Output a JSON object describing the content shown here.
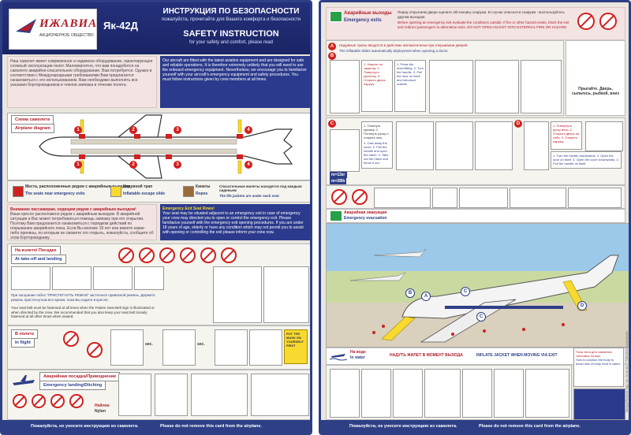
{
  "header": {
    "brand": "ИЖАВИА",
    "brand_sub": "АКЦИОНЕРНОЕ ОБЩЕСТВО",
    "model": "Як-42Д",
    "title_ru": "ИНСТРУКЦИЯ ПО БЕЗОПАСНОСТИ",
    "subtitle_ru": "пожалуйста, прочитайте для Вашего комфорта и безопасности",
    "title_en": "SAFETY INSTRUCTION",
    "subtitle_en": "for your safety and comfort, please read"
  },
  "intro": {
    "ru": "Наш самолет имеет современное и надежное оборудование, гарантирующее сложный эксплуатации полет. Маловероятно, что вам понадобится на самолете аварийно-спасательное оборудование. Вам потребуется. Однако в соответствии с Международными требованиями Вам предлагается ознакомиться с его использованием. Вам необходимо выполнять все указания бортпроводников и членов экипажа в течение полета.",
    "en": "Our aircraft are fitted with the latest aviation equipment and are designed for safe and reliable operations. It is therefore extremely unlikely that you will need to use the onboard emergency equipment. Nevertheless, we encourage you to familiarize yourself with your aircraft's emergency equipment and safety procedures. You must follow instructions given by crew members at all times."
  },
  "airplane_diagram": {
    "label_ru": "Схема самолета",
    "label_en": "Airplane diagram",
    "exit_markers": [
      "1",
      "2",
      "3",
      "4",
      "1",
      "2",
      "3",
      "4"
    ]
  },
  "legend": {
    "exits_ru": "Места, расположенные рядом с аварийным выходом",
    "exits_en": "The seats near emergency exits",
    "slide_ru": "Надувной трап",
    "slide_en": "Inflatable escape slide",
    "ropes_ru": "Канаты",
    "ropes_en": "Ropes",
    "vests_ru": "Спасательные жилеты находятся под каждым сиденьем",
    "vests_en": "The life jackets are under each seat"
  },
  "exit_rows": {
    "ru_title": "Внимание пассажирам, сидящим рядом с аварийным выходом!",
    "ru_text": "Ваше кресло расположено рядом с аварийным выходом. В аварийной ситуации и Вас может потребоваться помощь экипажу при его открытии. Поэтому Вам предлагается ознакомиться с порядком действий по открыванию аварийного люка. Если Вы моложе 18 лет или имеете какие-либо причины, по которым не сможете это открыть, пожалуйста, сообщите об этом бортпроводнику.",
    "en_title": "Emergency Exit Seat Rows!",
    "en_text": "Your seat may be situated adjacent to an emergency exit in case of emergency your crew may directed you to open or control the emergency exit. Please familiarize yourself with the emergency exit opening procedures. If you are under 18 years of age, elderly or have any condition which may not permit you to assist with opening or controlling the exit please inform your crew now."
  },
  "takeoff": {
    "label_ru": "На взлете/ Посадке",
    "label_en": "At take-off and landing",
    "belt_ru": "При загорании табло \"ПРИСТЕГНУТЬ РЕМНИ\" застегните привязной ремень. Держите ремень пристегнутым все время, пока Вы сидите в кресле.",
    "belt_en": "Your seat belt must be fastened at all times when the Fasten Seat Belt sign is illuminated or when directed by the crew. We recommended that you also keep your seat belt loosely fastened at all other times when seated."
  },
  "inflight": {
    "label_ru": "В полете",
    "label_en": "In flight",
    "sec_label": "sec.",
    "note": "PUT THE MASK ON YOURSELF FIRST"
  },
  "ditching": {
    "label_ru": "Аварийная посадка/Приводнение",
    "label_en": "Emergency landing/Ditching",
    "nylon_ru": "Нейлон",
    "nylon_en": "Nylon"
  },
  "right": {
    "exits_ru": "Аварийные выходы",
    "exits_en": "Emergency exits",
    "warn_ru": "Перед открытием двери оцените обстановку снаружи. В случае опасности снаружи - воспользуйтесь другим выходом.",
    "warn_en": "Before opening an emergency exit evaluate the conditions outside. If fire or other hazard exists, block the exit and redirect passengers to alternative exits. DO NOT OPEN AN EXIT INTO EXTERNAL FIRE OR HAZARD",
    "slide_ru": "Надувные трапы вводятся в действие автоматически при открывании дверей",
    "slide_en": "The inflatable slides automatically deployment when opening a doors.",
    "a_label": "A",
    "b_label": "B",
    "c_label": "C",
    "d_label": "D",
    "a_steps_ru": "1. Нажать на защелку. 2. Повернуть рукоятку. 3. Открыть дверь наружу.",
    "a_steps_en": "1. Press the lever/fitting. 2. Turn the handle. 3. Pull the door on itself and introduce outside.",
    "jump_ru": "Прыгайте. Дверь, сыпьтесь, рыбкой, вниз",
    "c_steps_ru": "1. Откинуть крышку. 2. Потянуть ручку и открыть люк.",
    "c_steps_en": "1. Cast away the cover. 2. Pull the handle and open the hatch. 3. Take out the hatch and throw it out.",
    "d_steps_ru": "1. Повернуть ручку вниз. 2. Открыть дверь на себя. 3. Открыть наружу.",
    "d_steps_en": "1. Turn the handle downwards. 2. Open the door on itself. 3. Open the cover downwards. 4. Pull the handle on itself.",
    "weight_1": "m=12кг",
    "weight_2": "m=28lb",
    "evac_ru": "Аварийная эвакуация",
    "evac_en": "Emergency evacuation",
    "inwater_ru": "На воде",
    "inwater_en": "In water",
    "inflate_ru": "НАДУТЬ ЖИЛЕТ В МОМЕНТ ВЫХОДА",
    "inflate_en": "INFLATE JACKET WHEN MOVING VIA EXIT",
    "body_ru": "Поза тела для снижения тепловых потерь",
    "body_en": "How to position the body to avoid loss of body heat in water.",
    "side_code": "Ижавиа/Яковлев 42Д  /  Ver. 26.08.2013  /  Instruction/Card/Yak42D"
  },
  "footer": {
    "ru": "Пожалуйста, не уносите инструкцию из самолета.",
    "en": "Please do not remove this card from the airplane."
  },
  "colors": {
    "navy": "#2e3f86",
    "red": "#d0211f",
    "green": "#27a04a"
  }
}
